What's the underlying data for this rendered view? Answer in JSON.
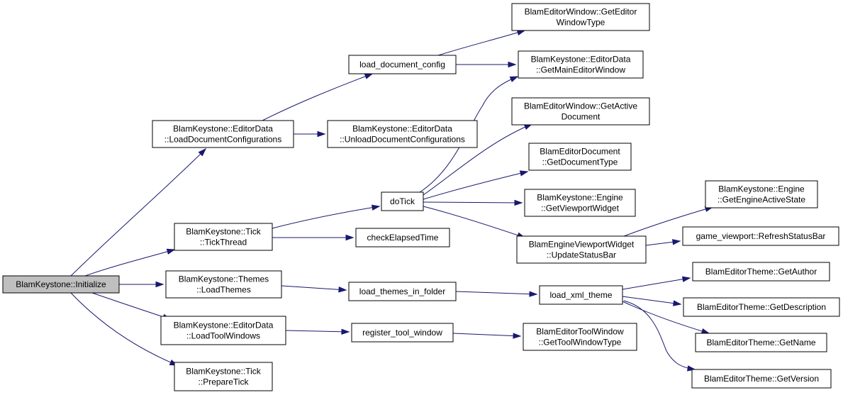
{
  "graph": {
    "colors": {
      "edge": "#191970",
      "root_fill": "#bfbfbf",
      "node_fill": "#ffffff",
      "border": "#000000"
    },
    "nodes": [
      {
        "id": "initialize",
        "lines": [
          "BlamKeystone::Initialize"
        ],
        "root": true
      },
      {
        "id": "load_doc_configs",
        "lines": [
          "BlamKeystone::EditorData",
          "::LoadDocumentConfigurations"
        ]
      },
      {
        "id": "load_document_config",
        "lines": [
          "load_document_config"
        ]
      },
      {
        "id": "unload_doc_configs",
        "lines": [
          "BlamKeystone::EditorData",
          "::UnloadDocumentConfigurations"
        ]
      },
      {
        "id": "get_editor_window_type",
        "lines": [
          "BlamEditorWindow::GetEditor",
          "WindowType"
        ]
      },
      {
        "id": "get_main_editor_window",
        "lines": [
          "BlamKeystone::EditorData",
          "::GetMainEditorWindow"
        ]
      },
      {
        "id": "get_active_document",
        "lines": [
          "BlamEditorWindow::GetActive",
          "Document"
        ]
      },
      {
        "id": "get_document_type",
        "lines": [
          "BlamEditorDocument",
          "::GetDocumentType"
        ]
      },
      {
        "id": "get_viewport_widget",
        "lines": [
          "BlamKeystone::Engine",
          "::GetViewportWidget"
        ]
      },
      {
        "id": "update_status_bar",
        "lines": [
          "BlamEngineViewportWidget",
          "::UpdateStatusBar"
        ]
      },
      {
        "id": "get_engine_active_state",
        "lines": [
          "BlamKeystone::Engine",
          "::GetEngineActiveState"
        ]
      },
      {
        "id": "refresh_status_bar",
        "lines": [
          "game_viewport::RefreshStatusBar"
        ]
      },
      {
        "id": "tick_thread",
        "lines": [
          "BlamKeystone::Tick",
          "::TickThread"
        ]
      },
      {
        "id": "do_tick",
        "lines": [
          "doTick"
        ]
      },
      {
        "id": "check_elapsed_time",
        "lines": [
          "checkElapsedTime"
        ]
      },
      {
        "id": "load_themes",
        "lines": [
          "BlamKeystone::Themes",
          "::LoadThemes"
        ]
      },
      {
        "id": "load_themes_in_folder",
        "lines": [
          "load_themes_in_folder"
        ]
      },
      {
        "id": "load_xml_theme",
        "lines": [
          "load_xml_theme"
        ]
      },
      {
        "id": "get_author",
        "lines": [
          "BlamEditorTheme::GetAuthor"
        ]
      },
      {
        "id": "get_description",
        "lines": [
          "BlamEditorTheme::GetDescription"
        ]
      },
      {
        "id": "get_name",
        "lines": [
          "BlamEditorTheme::GetName"
        ]
      },
      {
        "id": "get_version",
        "lines": [
          "BlamEditorTheme::GetVersion"
        ]
      },
      {
        "id": "load_tool_windows",
        "lines": [
          "BlamKeystone::EditorData",
          "::LoadToolWindows"
        ]
      },
      {
        "id": "register_tool_window",
        "lines": [
          "register_tool_window"
        ]
      },
      {
        "id": "get_tool_window_type",
        "lines": [
          "BlamEditorToolWindow",
          "::GetToolWindowType"
        ]
      },
      {
        "id": "prepare_tick",
        "lines": [
          "BlamKeystone::Tick",
          "::PrepareTick"
        ]
      }
    ],
    "edges": [
      {
        "from": "initialize",
        "to": "load_doc_configs"
      },
      {
        "from": "initialize",
        "to": "tick_thread"
      },
      {
        "from": "initialize",
        "to": "load_themes"
      },
      {
        "from": "initialize",
        "to": "load_tool_windows"
      },
      {
        "from": "initialize",
        "to": "prepare_tick"
      },
      {
        "from": "load_doc_configs",
        "to": "load_document_config"
      },
      {
        "from": "load_doc_configs",
        "to": "unload_doc_configs"
      },
      {
        "from": "load_document_config",
        "to": "get_editor_window_type"
      },
      {
        "from": "load_document_config",
        "to": "get_main_editor_window"
      },
      {
        "from": "tick_thread",
        "to": "do_tick"
      },
      {
        "from": "tick_thread",
        "to": "check_elapsed_time"
      },
      {
        "from": "do_tick",
        "to": "get_main_editor_window"
      },
      {
        "from": "do_tick",
        "to": "get_active_document"
      },
      {
        "from": "do_tick",
        "to": "get_document_type"
      },
      {
        "from": "do_tick",
        "to": "get_viewport_widget"
      },
      {
        "from": "do_tick",
        "to": "update_status_bar"
      },
      {
        "from": "update_status_bar",
        "to": "get_engine_active_state"
      },
      {
        "from": "update_status_bar",
        "to": "refresh_status_bar"
      },
      {
        "from": "load_themes",
        "to": "load_themes_in_folder"
      },
      {
        "from": "load_themes_in_folder",
        "to": "load_xml_theme"
      },
      {
        "from": "load_xml_theme",
        "to": "get_author"
      },
      {
        "from": "load_xml_theme",
        "to": "get_description"
      },
      {
        "from": "load_xml_theme",
        "to": "get_name"
      },
      {
        "from": "load_xml_theme",
        "to": "get_version"
      },
      {
        "from": "load_tool_windows",
        "to": "register_tool_window"
      },
      {
        "from": "register_tool_window",
        "to": "get_tool_window_type"
      }
    ]
  }
}
